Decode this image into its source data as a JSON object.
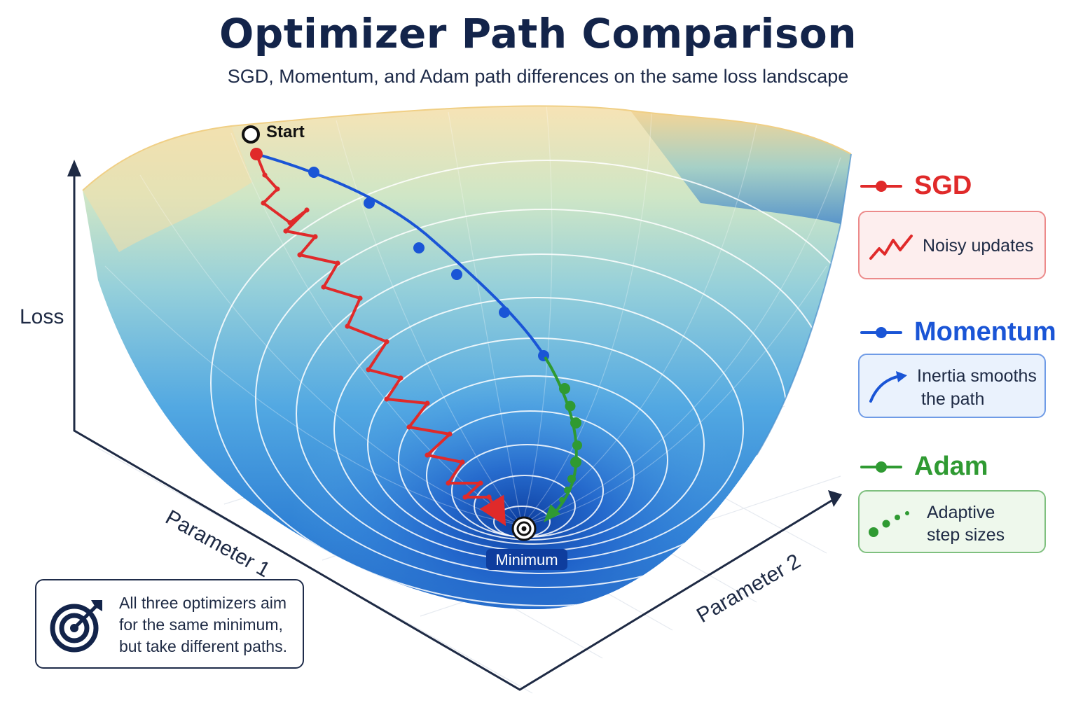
{
  "header": {
    "title": "Optimizer Path Comparison",
    "subtitle": "SGD, Momentum, and Adam path differences on the same loss landscape"
  },
  "axes": {
    "loss": "Loss",
    "param1": "Parameter 1",
    "param2": "Parameter 2"
  },
  "markers": {
    "start": "Start",
    "minimum": "Minimum"
  },
  "legend": {
    "sgd": {
      "name": "SGD",
      "line1": "Noisy updates",
      "line2": "",
      "color": "#e02a2a"
    },
    "momentum": {
      "name": "Momentum",
      "line1": "Inertia smooths",
      "line2": "the path",
      "color": "#1a55d6"
    },
    "adam": {
      "name": "Adam",
      "line1": "Adaptive",
      "line2": "step sizes",
      "color": "#2f9a32"
    }
  },
  "note": {
    "line1": "All three optimizers aim",
    "line2": "for the same minimum,",
    "line3": "but take different paths."
  },
  "icons": {
    "target": "target-arrow-icon",
    "zigzag": "zigzag-icon",
    "curve_arrow": "curve-arrow-icon",
    "dots": "dots-icon"
  }
}
